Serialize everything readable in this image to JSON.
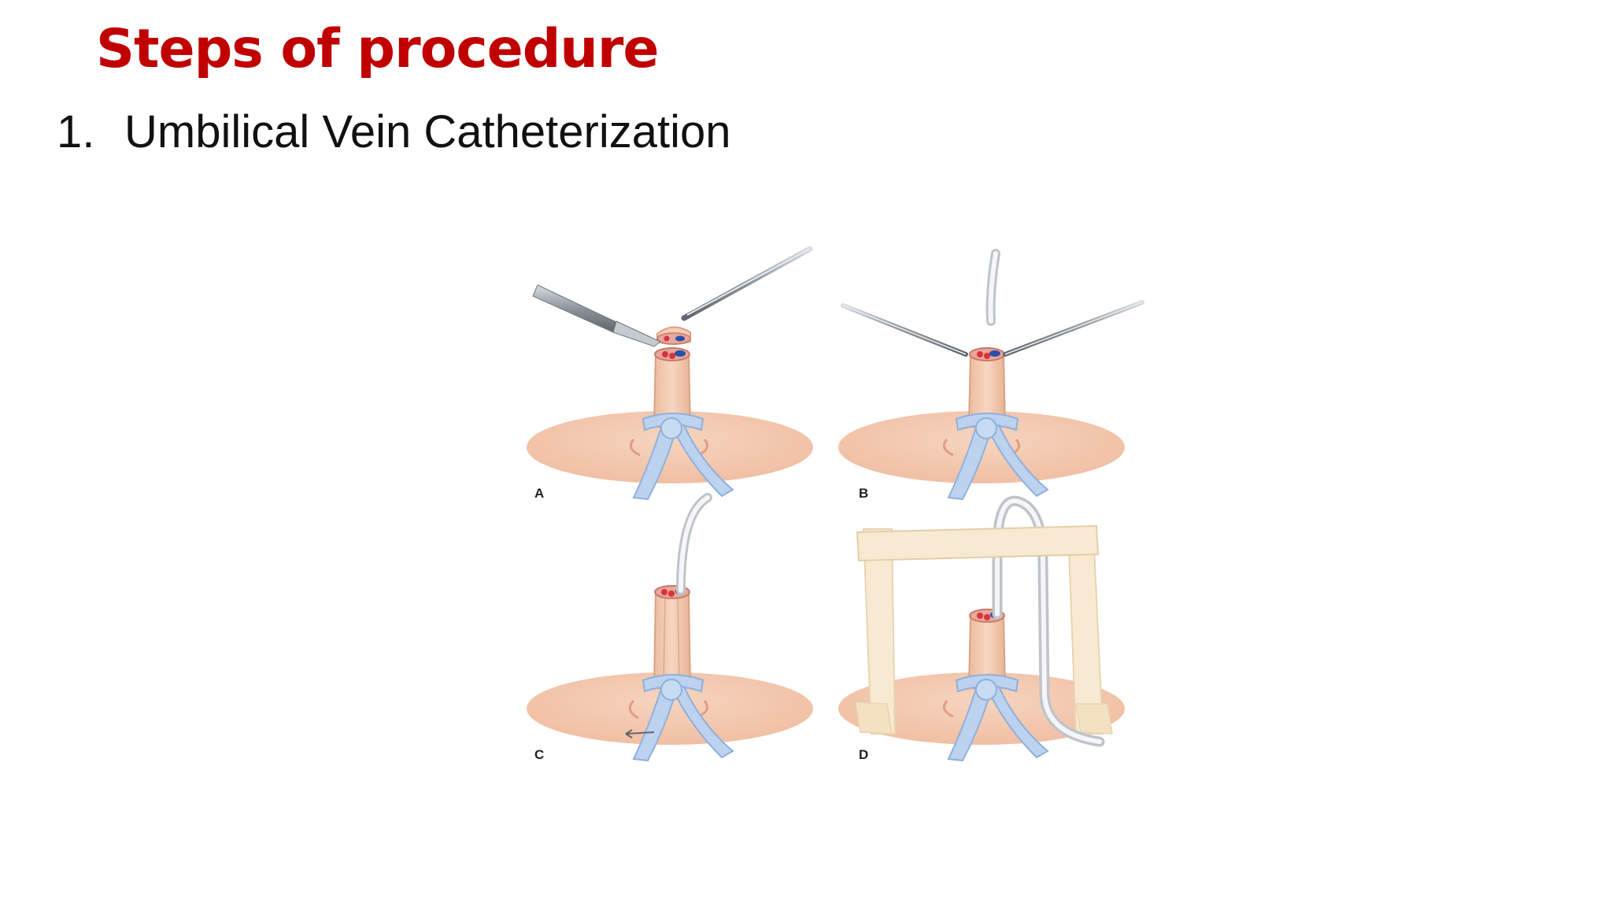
{
  "slide": {
    "title": "Steps of procedure",
    "list_number": "1.",
    "list_text": "Umbilical Vein Catheterization"
  },
  "figure": {
    "panels": [
      {
        "label": "A"
      },
      {
        "label": "B"
      },
      {
        "label": "C"
      },
      {
        "label": "D"
      }
    ]
  },
  "colors": {
    "title": "#c00000",
    "skin": "#f3c9b0",
    "stump": "#f2c8ad",
    "tie": "#bcd2ef",
    "artery": "#d8323a",
    "vein": "#2a4fa8",
    "instrument": "#9aa0a6",
    "tape": "#f8ead2"
  }
}
